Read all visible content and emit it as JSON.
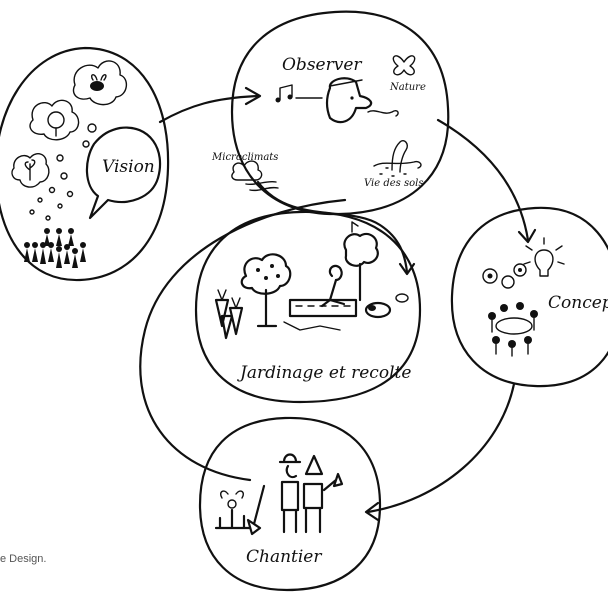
{
  "nodes": {
    "vision": "Vision",
    "observer": "Observer",
    "nature": "Nature",
    "microclimats": "Microclimats",
    "vie_des_sols": "Vie des sols",
    "conception": "Conceptio",
    "jardinage": "Jardinage et recolte",
    "chantier": "Chantier"
  },
  "caption": "e Design."
}
